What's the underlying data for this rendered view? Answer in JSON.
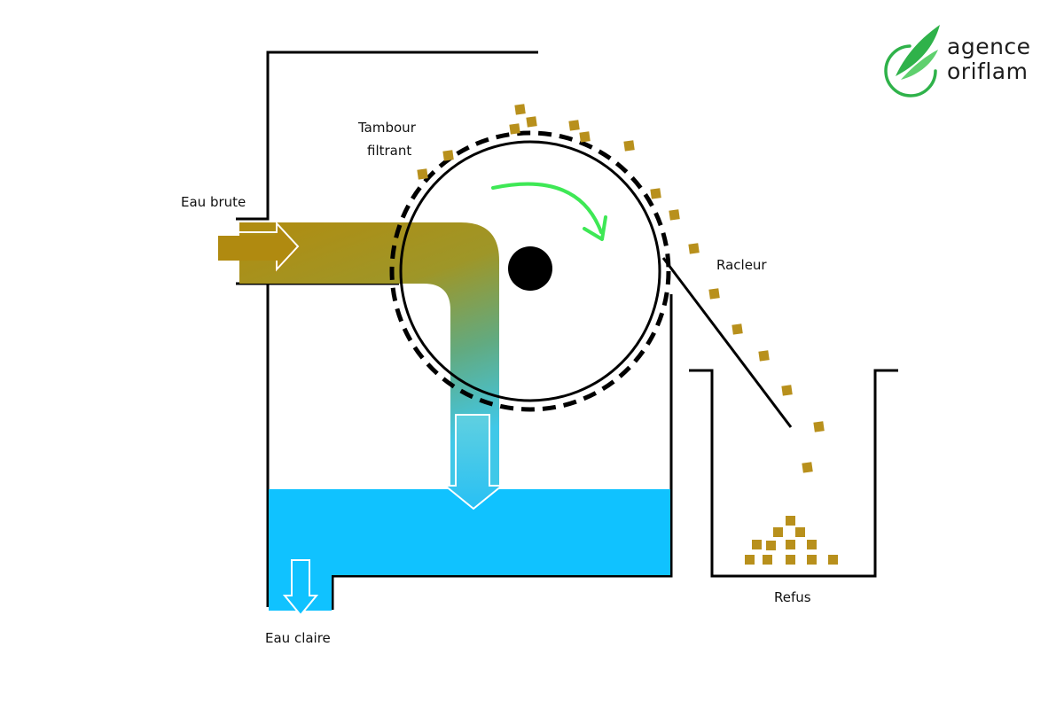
{
  "logo": {
    "line1": "agence",
    "line2": "oriflam",
    "brand_green": "#2fb24a"
  },
  "labels": {
    "drum_line1": "Tambour",
    "drum_line2": "filtrant",
    "raw_water": "Eau brute",
    "scraper": "Racleur",
    "waste": "Refus",
    "clear_water": "Eau claire"
  },
  "colors": {
    "raw_water": "#b08a10",
    "filtered_water": "#5fd0e0",
    "clear_water": "#10c2ff",
    "particles": "#b8901c",
    "rotation_arrow": "#3ee855",
    "outline": "#000000"
  },
  "icons": [
    "leaf-icon",
    "rotation-arrow-icon"
  ]
}
